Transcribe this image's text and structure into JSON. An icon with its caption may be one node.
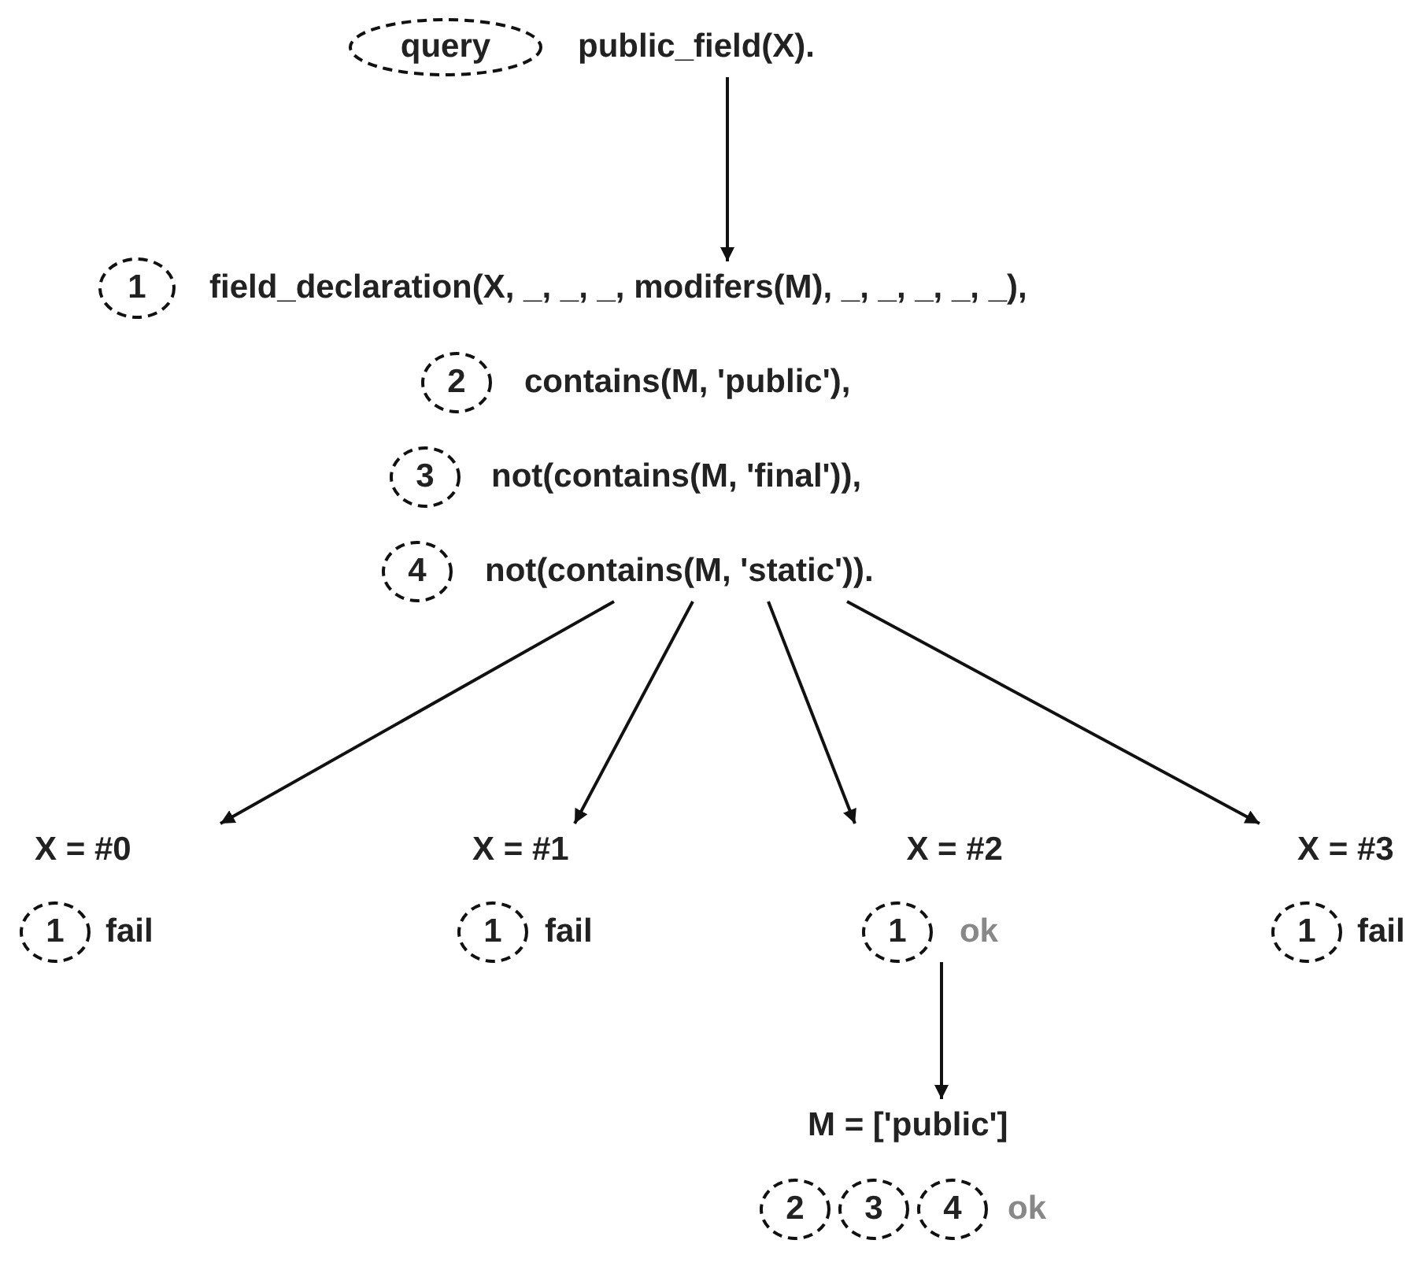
{
  "diagram": {
    "nodes": [
      {
        "text": [
          "query"
        ]
      },
      {
        "text": [
          "public_field(X)."
        ]
      },
      {
        "text": [
          "1"
        ]
      },
      {
        "text": [
          "field_declaration(X, _, _, _, modifers(M), _, _, _, _, _),"
        ]
      },
      {
        "text": [
          "2"
        ]
      },
      {
        "text": [
          "contains(M, 'public'),"
        ]
      },
      {
        "text": [
          "3"
        ]
      },
      {
        "text": [
          "not(contains(M, 'final')),"
        ]
      },
      {
        "text": [
          "4"
        ]
      },
      {
        "text": [
          "not(contains(M, 'static'))."
        ]
      },
      {
        "text": [
          "X = #0"
        ]
      },
      {
        "text": [
          "1"
        ]
      },
      {
        "text": [
          "fail"
        ]
      },
      {
        "text": [
          "X = #1"
        ]
      },
      {
        "text": [
          "1"
        ]
      },
      {
        "text": [
          "fail"
        ]
      },
      {
        "text": [
          "X = #2"
        ]
      },
      {
        "text": [
          "1"
        ]
      },
      {
        "text": [
          "ok"
        ]
      },
      {
        "text": [
          "X = #3"
        ]
      },
      {
        "text": [
          "1"
        ]
      },
      {
        "text": [
          "fail"
        ]
      },
      {
        "text": [
          "M = ['public']"
        ]
      },
      {
        "text": [
          "2"
        ]
      },
      {
        "text": [
          "3"
        ]
      },
      {
        "text": [
          "4"
        ]
      },
      {
        "text": [
          "ok"
        ]
      }
    ],
    "edges": [
      {
        "from": 1,
        "to": 3,
        "arrow": "to"
      },
      {
        "from": 9,
        "to": 10,
        "arrow": "to"
      },
      {
        "from": 9,
        "to": 13,
        "arrow": "to"
      },
      {
        "from": 9,
        "to": 16,
        "arrow": "to"
      },
      {
        "from": 9,
        "to": 19,
        "arrow": "to"
      },
      {
        "from": 18,
        "to": 22,
        "arrow": "to"
      }
    ]
  }
}
